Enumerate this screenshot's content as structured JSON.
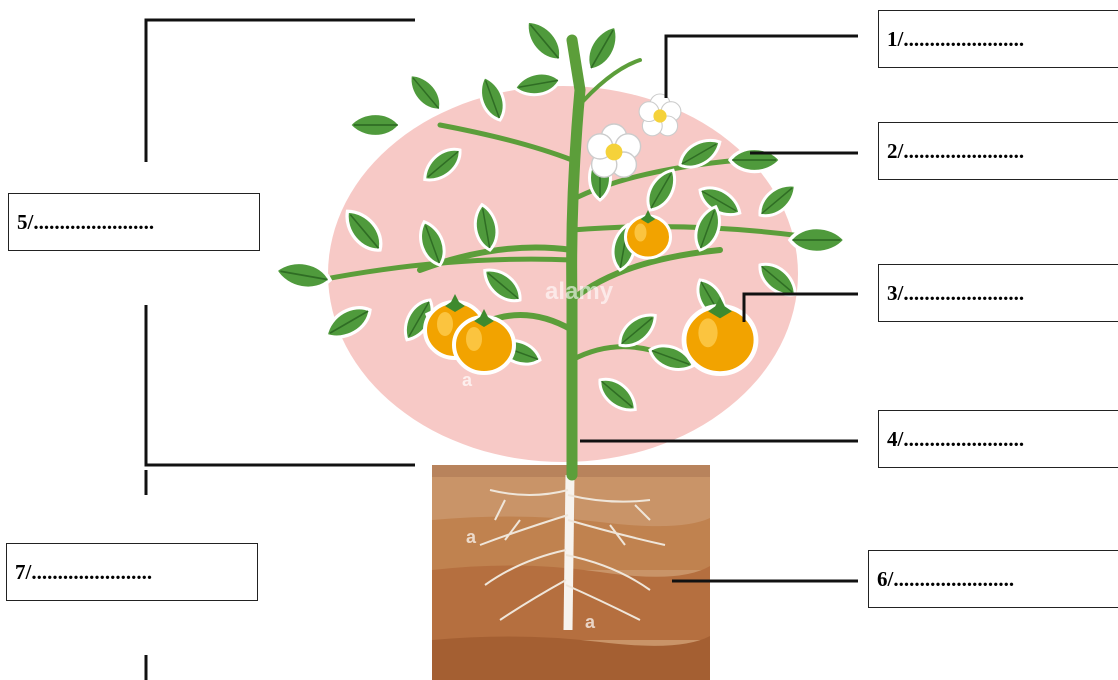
{
  "labels": {
    "l1": "1/.......................",
    "l2": "2/.......................",
    "l3": "3/.......................",
    "l4": "4/.......................",
    "l5": "5/.......................",
    "l6": "6/.......................",
    "l7": "7/......................."
  },
  "watermarks": {
    "a1": "a",
    "a2": "a",
    "a3": "a",
    "alamy": "alamy"
  },
  "colors": {
    "circle": "#f7c9c6",
    "leaf": "#4f9a3c",
    "stem": "#5c9e3a",
    "fruit": "#f2a300",
    "soil_top": "#c99468",
    "soil_mid": "#be7c4c",
    "soil_bottom": "#a45f32"
  }
}
